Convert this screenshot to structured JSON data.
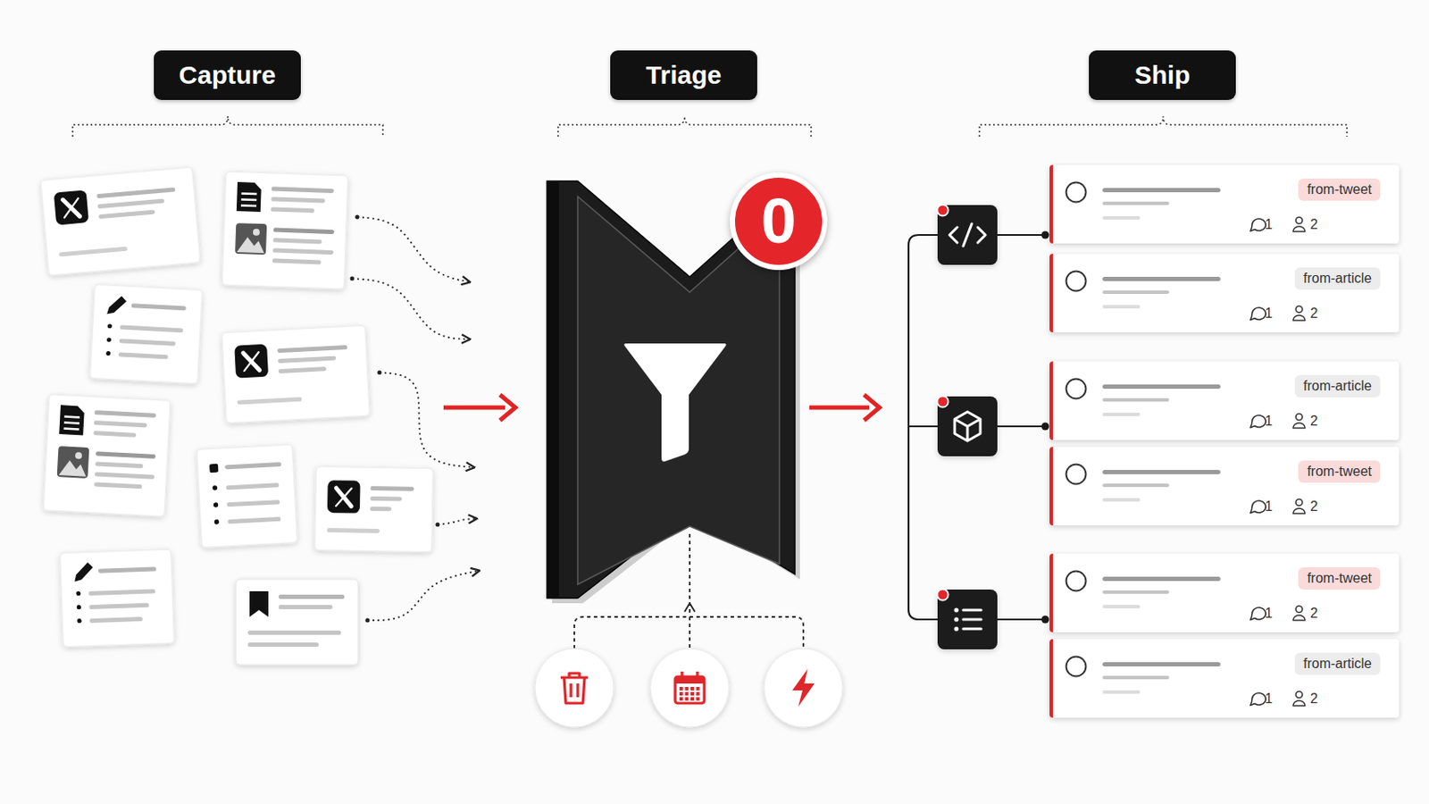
{
  "diagram": {
    "nodes": [
      {
        "text": [
          "Capture"
        ]
      },
      {
        "text": [
          "Triage"
        ]
      },
      {
        "text": [
          "Ship"
        ]
      },
      {
        "text": [
          "0"
        ]
      },
      {
        "text": [
          "from-tweet",
          "1",
          "2"
        ]
      },
      {
        "text": [
          "from-article",
          "1",
          "2"
        ]
      },
      {
        "text": [
          "from-article",
          "1",
          "2"
        ]
      },
      {
        "text": [
          "from-tweet",
          "1",
          "2"
        ]
      },
      {
        "text": [
          "from-tweet",
          "1",
          "2"
        ]
      },
      {
        "text": [
          "from-article",
          "1",
          "2"
        ]
      }
    ]
  }
}
